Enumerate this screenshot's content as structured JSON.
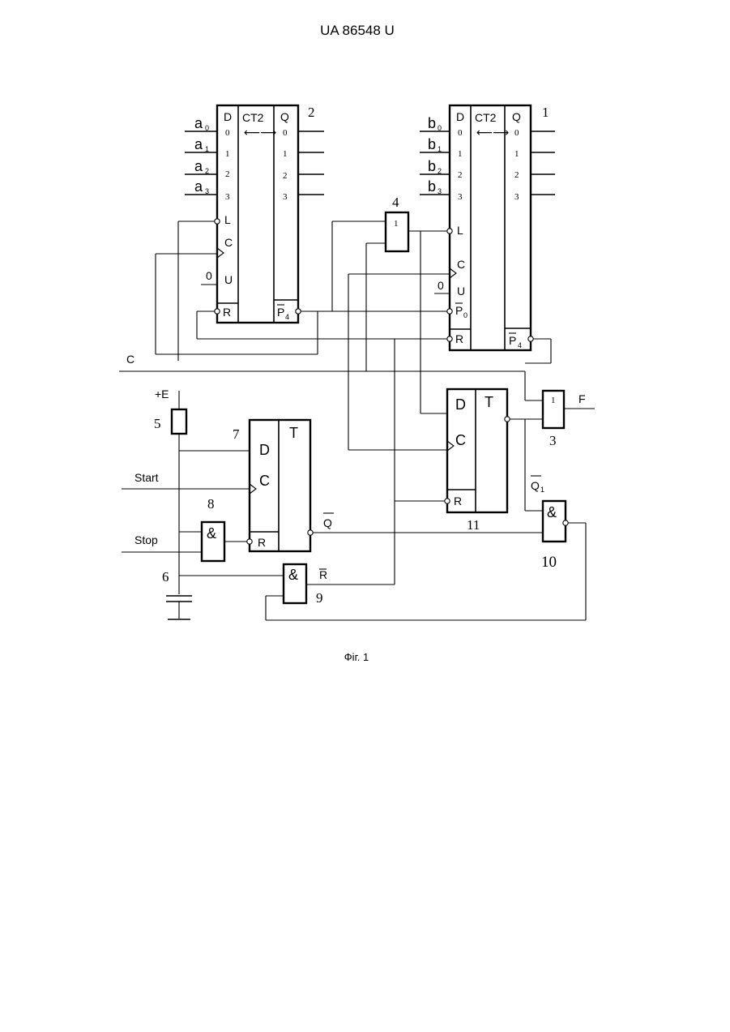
{
  "header": {
    "doc_number": "UA   86548   U"
  },
  "caption": "Фіг. 1",
  "components": {
    "counter2": {
      "id": "2",
      "type": "CT2",
      "arrows": "⟵⟶"
    },
    "counter1": {
      "id": "1",
      "type": "CT2",
      "arrows": "⟵⟶"
    },
    "or4": {
      "id": "4",
      "func": "1"
    },
    "or3": {
      "id": "3",
      "func": "1"
    },
    "trigger7": {
      "id": "7",
      "func": "T"
    },
    "trigger11": {
      "id": "11",
      "func": "T"
    },
    "and8": {
      "id": "8",
      "func": "&"
    },
    "and9": {
      "id": "9",
      "func": "&"
    },
    "and10": {
      "id": "10",
      "func": "&"
    },
    "resistor5": {
      "id": "5"
    },
    "capacitor6": {
      "id": "6"
    }
  },
  "pins": {
    "D": "D",
    "Q": "Q",
    "L": "L",
    "C": "C",
    "U": "U",
    "R": "R",
    "P": "P",
    "sub4": "4",
    "sub0": "0",
    "n0": "0",
    "n1": "1",
    "n2": "2",
    "n3": "3",
    "zero": "0"
  },
  "inputs_a": [
    {
      "base": "a",
      "sub": "0"
    },
    {
      "base": "a",
      "sub": "1"
    },
    {
      "base": "a",
      "sub": "2"
    },
    {
      "base": "a",
      "sub": "3"
    }
  ],
  "inputs_b": [
    {
      "base": "b",
      "sub": "0"
    },
    {
      "base": "b",
      "sub": "1"
    },
    {
      "base": "b",
      "sub": "2"
    },
    {
      "base": "b",
      "sub": "3"
    }
  ],
  "signals": {
    "C": "C",
    "start": "Start",
    "stop": "Stop",
    "power": "+E",
    "F": "F",
    "Qbar": "Q",
    "Rbar": "R",
    "Q1bar": "Q",
    "Q1sub": "1"
  }
}
